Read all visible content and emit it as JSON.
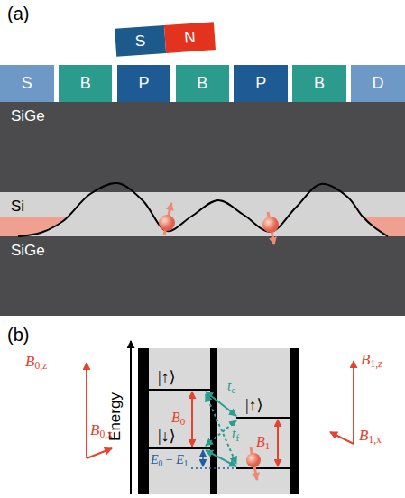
{
  "diagram": {
    "nodes": [
      {
        "text": [
          "S"
        ]
      },
      {
        "text": [
          "N"
        ]
      },
      {
        "text": [
          "S"
        ]
      },
      {
        "text": [
          "B"
        ]
      },
      {
        "text": [
          "P"
        ]
      },
      {
        "text": [
          "B"
        ]
      },
      {
        "text": [
          "P"
        ]
      },
      {
        "text": [
          "B"
        ]
      },
      {
        "text": [
          "D"
        ]
      },
      {
        "text": [
          "SiGe"
        ]
      },
      {
        "text": [
          "Si"
        ]
      },
      {
        "text": [
          "SiGe"
        ]
      }
    ],
    "labels": [
      "(a)",
      "(b)",
      "|↑⟩",
      "|↓⟩",
      "|↑⟩",
      "B0",
      "B1",
      "E0 − E1",
      "tc",
      "tf",
      "Energy",
      "B0,z",
      "B0,x",
      "B1,z",
      "B1,x"
    ]
  }
}
